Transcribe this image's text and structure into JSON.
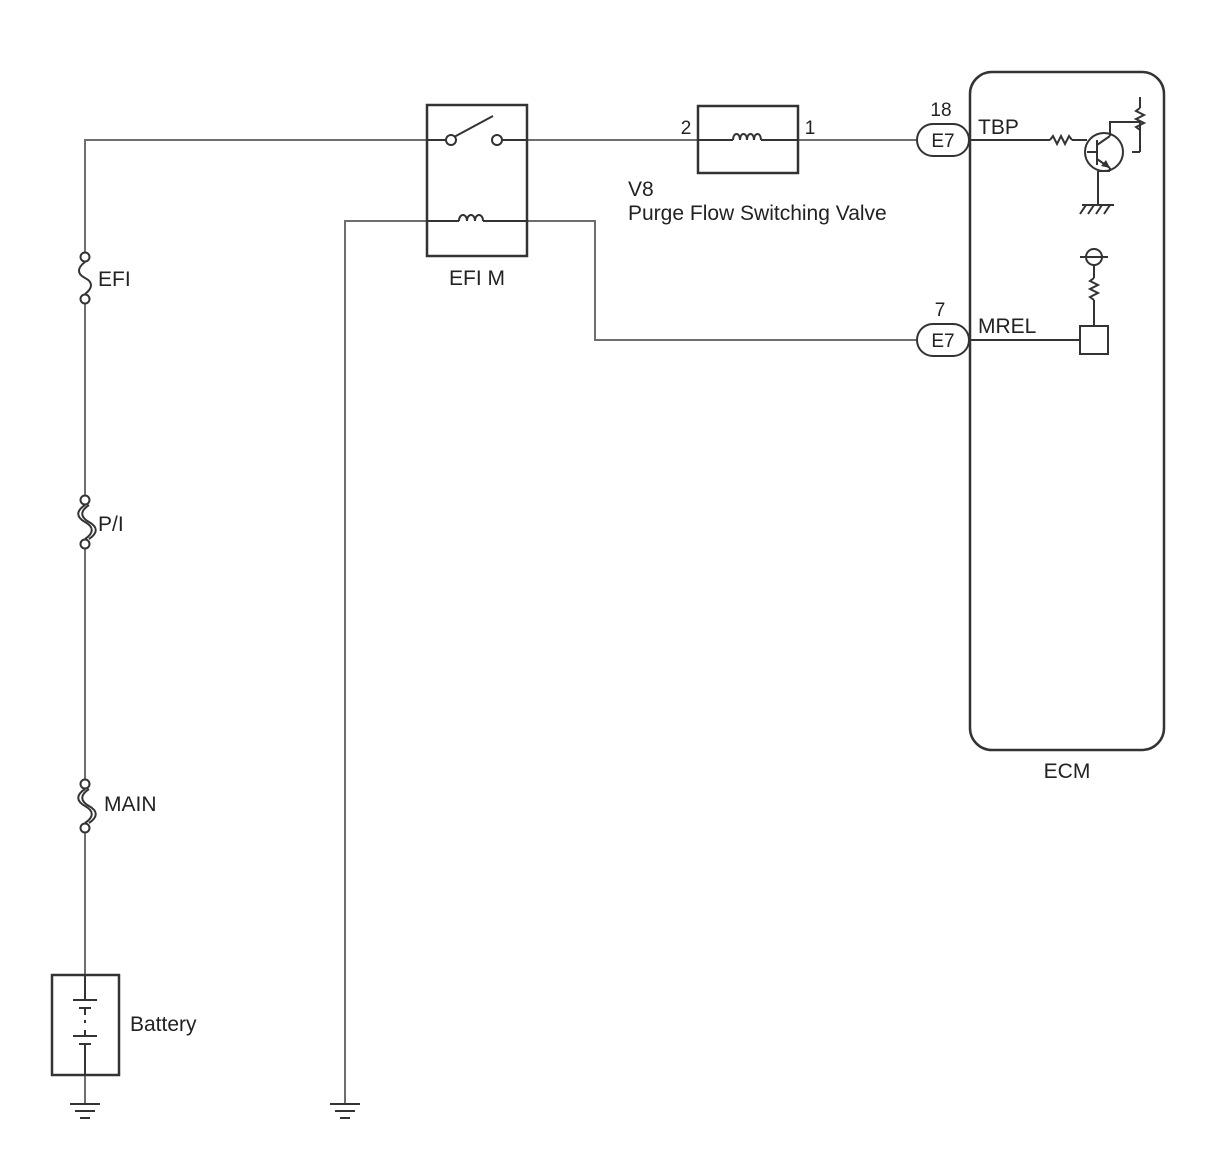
{
  "components": {
    "efi_fuse": {
      "label": "EFI"
    },
    "pi_fuse": {
      "label": "P/I"
    },
    "main_fuse": {
      "label": "MAIN"
    },
    "battery": {
      "label": "Battery"
    },
    "relay": {
      "label": "EFI M"
    },
    "valve": {
      "code": "V8",
      "name": "Purge Flow Switching Valve",
      "pin_left": "2",
      "pin_right": "1"
    },
    "ecm": {
      "label": "ECM"
    }
  },
  "connectors": {
    "tbp": {
      "connector": "E7",
      "pin": "18",
      "signal": "TBP"
    },
    "mrel": {
      "connector": "E7",
      "pin": "7",
      "signal": "MREL"
    }
  },
  "colors": {
    "wire": "#6e6e6e",
    "outline": "#333333",
    "text": "#222222",
    "background": "#ffffff"
  }
}
